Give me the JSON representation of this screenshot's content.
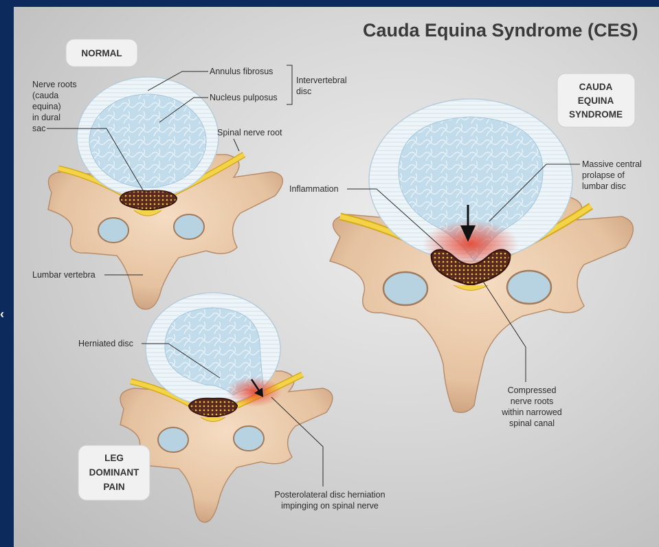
{
  "title": "Cauda Equina Syndrome (CES)",
  "badges": {
    "normal": [
      "NORMAL"
    ],
    "ces": [
      "CAUDA",
      "EQUINA",
      "SYNDROME"
    ],
    "leg": [
      "LEG",
      "DOMINANT",
      "PAIN"
    ]
  },
  "labels": {
    "annulus": "Annulus fibrosus",
    "nucleus": "Nucleus pulposus",
    "intervertebral": [
      "Intervertebral",
      "disc"
    ],
    "nerve_roots": [
      "Nerve roots",
      "(cauda",
      "equina)",
      "in dural",
      "sac"
    ],
    "spinal_nerve_root": "Spinal nerve root",
    "lumbar_vertebra": "Lumbar vertebra",
    "inflammation": "Inflammation",
    "massive_prolapse": [
      "Massive central",
      "prolapse of",
      "lumbar disc"
    ],
    "compressed": [
      "Compressed",
      "nerve roots",
      "within narrowed",
      "spinal canal"
    ],
    "herniated": "Herniated disc",
    "posterolateral": [
      "Posterolateral disc herniation",
      "impinging on spinal nerve"
    ]
  },
  "colors": {
    "slide_background": "#0d2a5c",
    "bone": "#e9c9a8",
    "bone_shadow": "#c99d7c",
    "disc_ring": "#e8f1f6",
    "nucleus": "#bdd8e8",
    "nerve": "#f1cf3c",
    "dural_sac": "#5b2a1e",
    "inflammation": "#e8402a"
  }
}
